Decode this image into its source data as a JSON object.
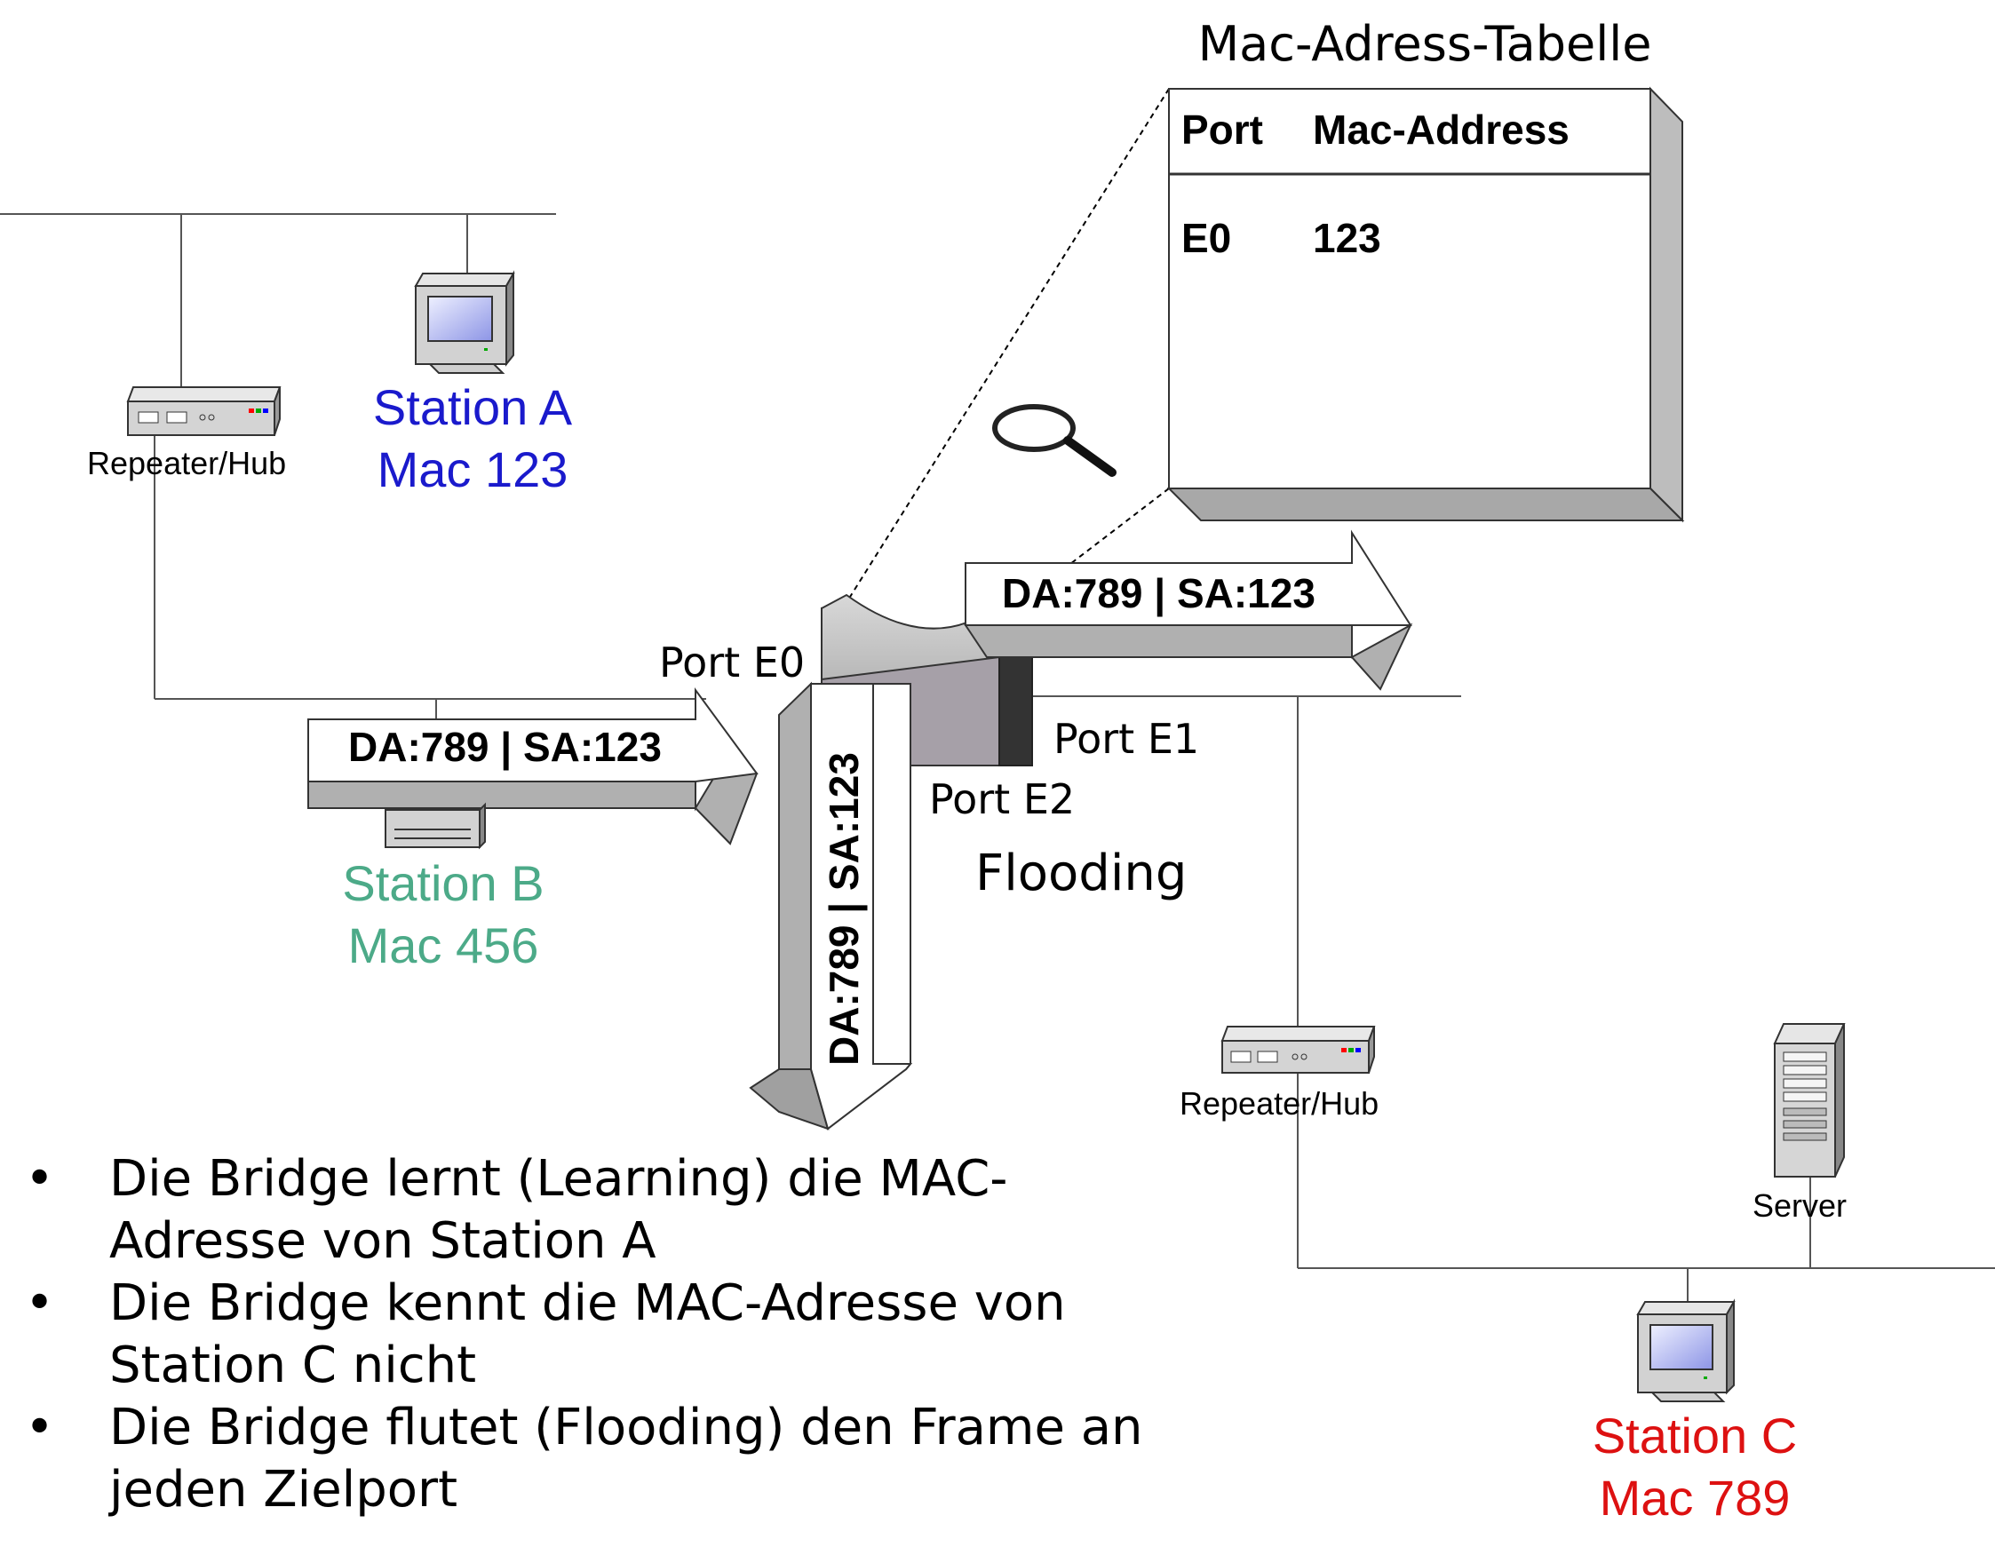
{
  "mac_table": {
    "title": "Mac-Adress-Tabelle",
    "col_port": "Port",
    "col_mac": "Mac-Address",
    "rows": [
      {
        "port": "E0",
        "mac": "123"
      }
    ]
  },
  "stations": {
    "a": {
      "name": "Station A",
      "mac": "Mac 123",
      "color": "#1a1acc"
    },
    "b": {
      "name": "Station B",
      "mac": "Mac 456",
      "color": "#4caa88"
    },
    "c": {
      "name": "Station C",
      "mac": "Mac 789",
      "color": "#dd1111"
    }
  },
  "devices": {
    "hub_left": "Repeater/Hub",
    "hub_right": "Repeater/Hub",
    "server": "Server"
  },
  "ports": {
    "e0": "Port E0",
    "e1": "Port E1",
    "e2": "Port E2"
  },
  "frames": {
    "incoming": "DA:789 | SA:123",
    "out_e1": "DA:789 | SA:123",
    "out_e2": "DA:789 | SA:123"
  },
  "flooding_label": "Flooding",
  "bullets": [
    {
      "marker": "•",
      "text": "Die Bridge lernt (Learning) die MAC-Adresse von Station A"
    },
    {
      "marker": "•",
      "text": "Die Bridge kennt die MAC-Adresse von Station C nicht"
    },
    {
      "marker": "•",
      "text": "Die Bridge flutet (Flooding) den Frame an jeden Zielport"
    }
  ]
}
